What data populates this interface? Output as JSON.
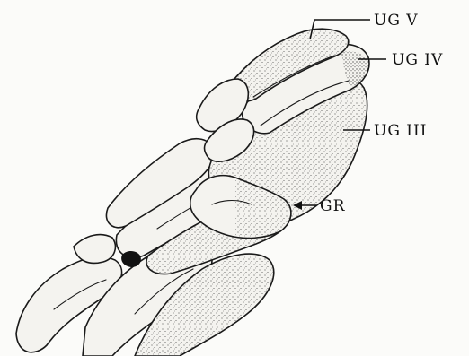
{
  "figure": {
    "labels": {
      "ug_v": "UG V",
      "ug_iv": "UG IV",
      "ug_iii": "UG III",
      "gr": "GR"
    },
    "colors": {
      "ink": "#1a1a1a",
      "paper": "#fbfbf9",
      "bone_fill": "#f4f3ef",
      "dark_patch": "#111111"
    }
  }
}
